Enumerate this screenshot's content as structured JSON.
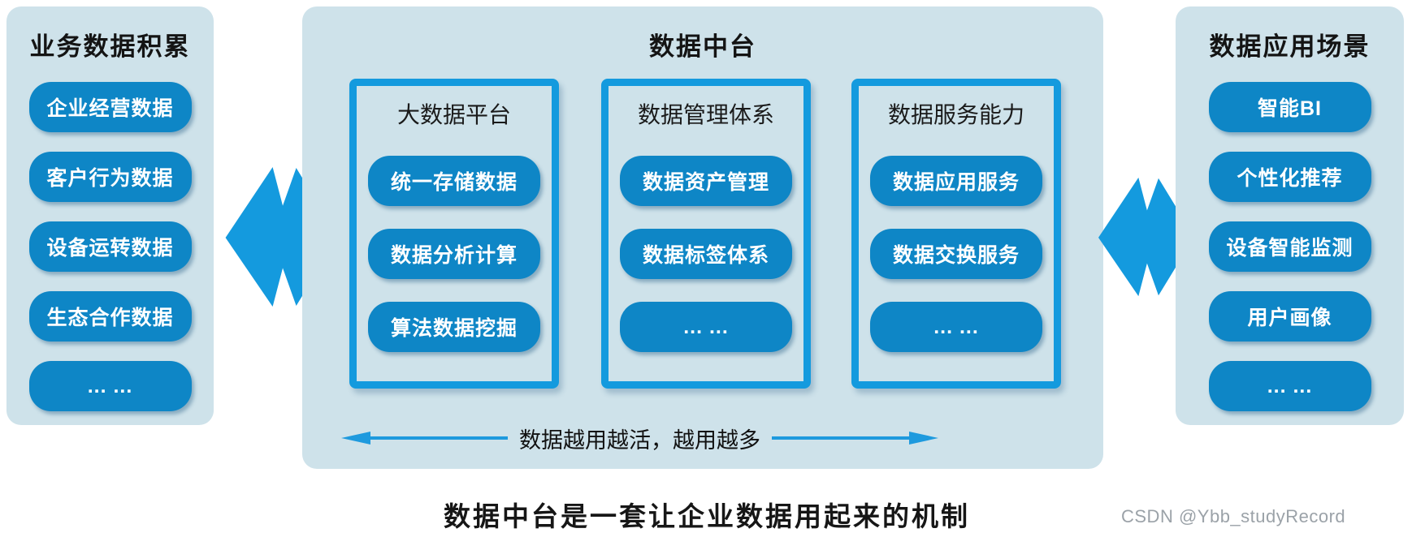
{
  "left_panel": {
    "title": "业务数据积累",
    "items": [
      "企业经营数据",
      "客户行为数据",
      "设备运转数据",
      "生态合作数据",
      "... ..."
    ]
  },
  "center_panel": {
    "title": "数据中台",
    "groups": [
      {
        "title": "大数据平台",
        "items": [
          "统一存储数据",
          "数据分析计算",
          "算法数据挖掘"
        ]
      },
      {
        "title": "数据管理体系",
        "items": [
          "数据资产管理",
          "数据标签体系",
          "... ..."
        ]
      },
      {
        "title": "数据服务能力",
        "items": [
          "数据应用服务",
          "数据交换服务",
          "... ..."
        ]
      }
    ],
    "flow_note": "数据越用越活，越用越多"
  },
  "right_panel": {
    "title": "数据应用场景",
    "items": [
      "智能BI",
      "个性化推荐",
      "设备智能监测",
      "用户画像",
      "... ..."
    ]
  },
  "caption": "数据中台是一套让企业数据用起来的机制",
  "watermark": "CSDN @Ybb_studyRecord",
  "colors": {
    "panel_bg": "#cee2ea",
    "pill": "#0e86c6",
    "box_border": "#149ade",
    "arrow": "#149ade",
    "flow_line": "#1e9ade"
  }
}
